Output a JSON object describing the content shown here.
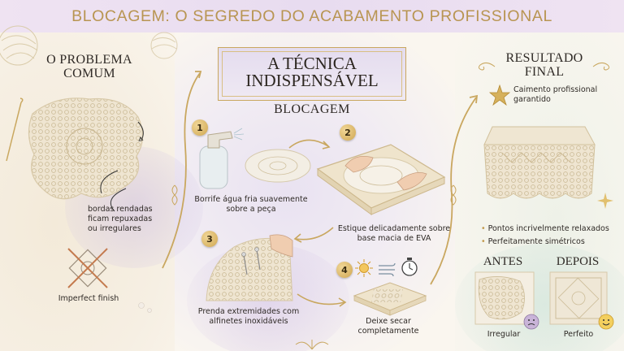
{
  "title": "BLOCAGEM: O SEGREDO DO ACABAMENTO PROFISSIONAL",
  "problem": {
    "heading": "O PROBLEMA COMUM",
    "note": "bordas rendadas ficam repuxadas ou irregulares",
    "imperfect_label": "Imperfect finish"
  },
  "technique": {
    "heading": "A TÉCNICA INDISPENSÁVEL",
    "subheading": "BLOCAGEM",
    "steps": [
      {
        "num": "1",
        "text": "Borrife água fria suavemente sobre a peça"
      },
      {
        "num": "2",
        "text": "Estique delicadamente sobre base macia de EVA"
      },
      {
        "num": "3",
        "text": "Prenda extremidades com alfinetes inoxidáveis"
      },
      {
        "num": "4",
        "text": "Deixe secar completamente"
      }
    ]
  },
  "result": {
    "heading": "RESULTADO FINAL",
    "star_text": "Caimento profissional garantido",
    "bullets": [
      "Pontos incrivelmente relaxados",
      "Perfeitamente simétricos"
    ],
    "before": {
      "heading": "ANTES",
      "label": "Irregular"
    },
    "after": {
      "heading": "DEPOIS",
      "label": "Perfeito"
    }
  },
  "colors": {
    "gold": "#c9a75f",
    "lavender": "#e8dcf0",
    "cream": "#faf5ec",
    "lace": "#eee4d0"
  }
}
